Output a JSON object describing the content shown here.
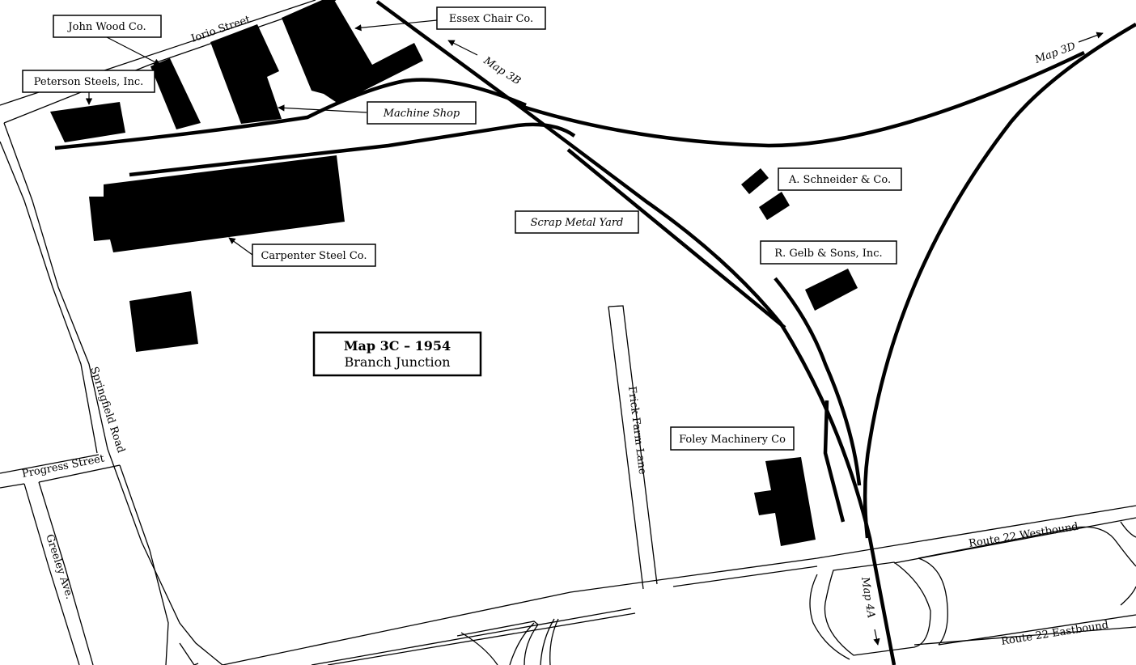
{
  "title": {
    "main": "Map 3C – 1954",
    "sub": "Branch Junction"
  },
  "streets": {
    "iorio": "Iorio Street",
    "springfield": "Springfield Road",
    "progress": "Progress Street",
    "greeley": "Greeley Ave.",
    "frick": "Frick Farm Lane",
    "route22w": "Route 22 Westbound",
    "route22e": "Route 22 Eastbound"
  },
  "companies": {
    "john_wood": "John Wood Co.",
    "essex": "Essex Chair Co.",
    "peterson": "Peterson Steels, Inc.",
    "machine_shop": "Machine Shop",
    "carpenter": "Carpenter Steel Co.",
    "scrap": "Scrap Metal Yard",
    "schneider": "A. Schneider & Co.",
    "gelb": "R. Gelb & Sons, Inc.",
    "foley": "Foley Machinery Co"
  },
  "map_links": {
    "map3b": "Map 3B",
    "map3d": "Map 3D",
    "map4a": "Map 4A"
  },
  "colors": {
    "ink": "#000000",
    "paper": "#ffffff"
  }
}
